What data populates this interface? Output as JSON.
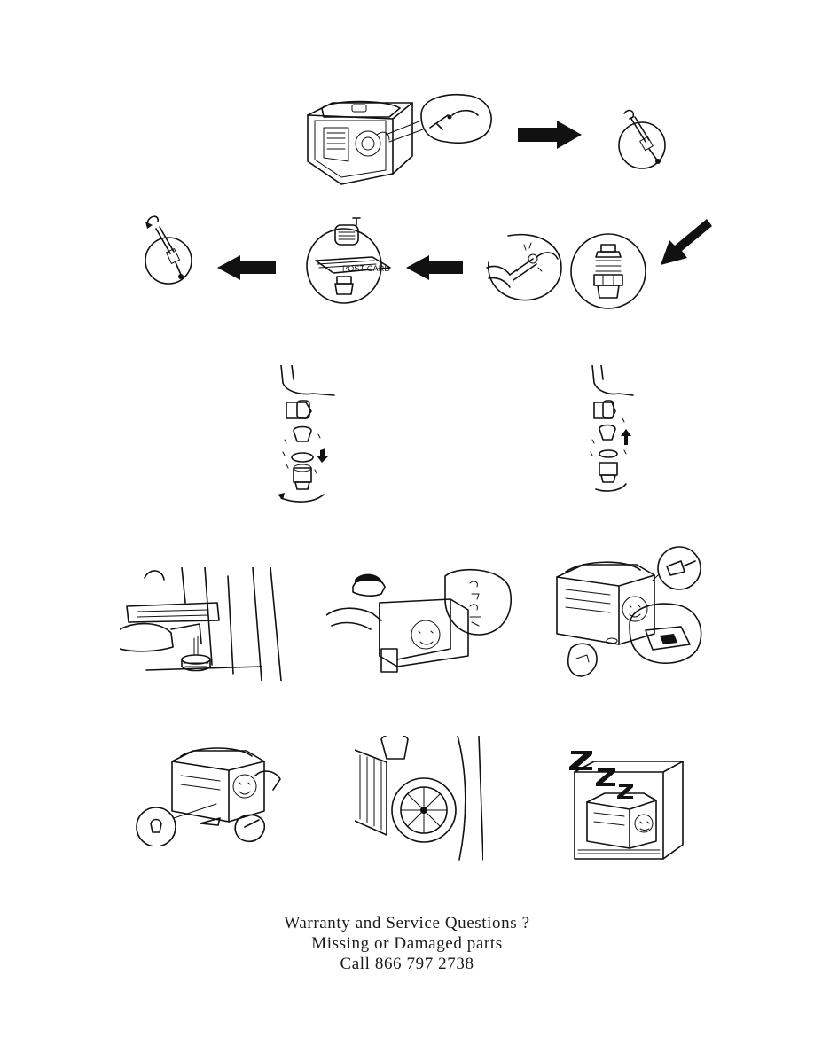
{
  "postcard_label": "POST CARD",
  "footer": {
    "line1": "Warranty and Service Questions ?",
    "line2": "Missing or Damaged parts",
    "line3": "Call 866 797 2738"
  },
  "icons": {
    "arrows": [
      "right-arrow-icon",
      "down-left-arrow-icon",
      "left-arrow-icon"
    ],
    "sleep": "zzz-icon"
  },
  "colors": {
    "ink": "#111111",
    "paper": "#ffffff"
  }
}
